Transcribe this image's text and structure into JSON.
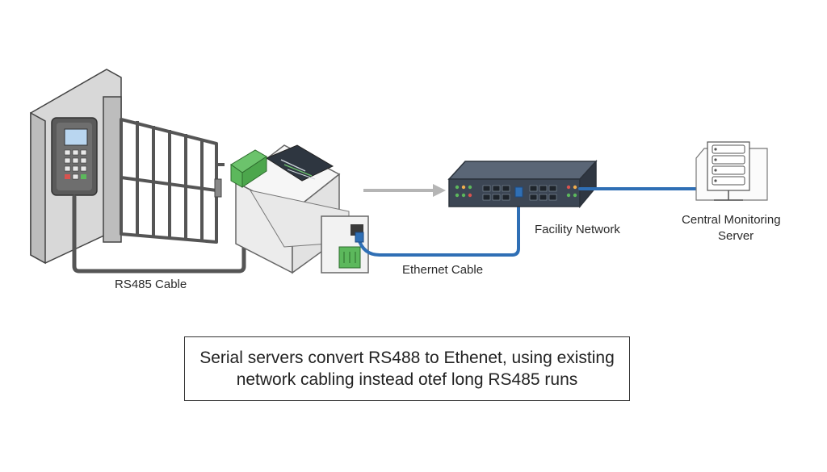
{
  "labels": {
    "rs485_cable": "RS485 Cable",
    "ethernet_cable": "Ethernet Cable",
    "facility_network": "Facility Network",
    "server_line1": "Central Monitoring",
    "server_line2": "Server"
  },
  "caption": {
    "line1": "Serial servers convert RS488 to Ethenet, using existing",
    "line2": "network cabling instead otef long RS485 runs"
  },
  "colors": {
    "rs485_cable": "#555555",
    "ethernet_cable": "#2f6fb5",
    "terminal_green": "#5cb85c",
    "switch_body": "#3c4654"
  }
}
